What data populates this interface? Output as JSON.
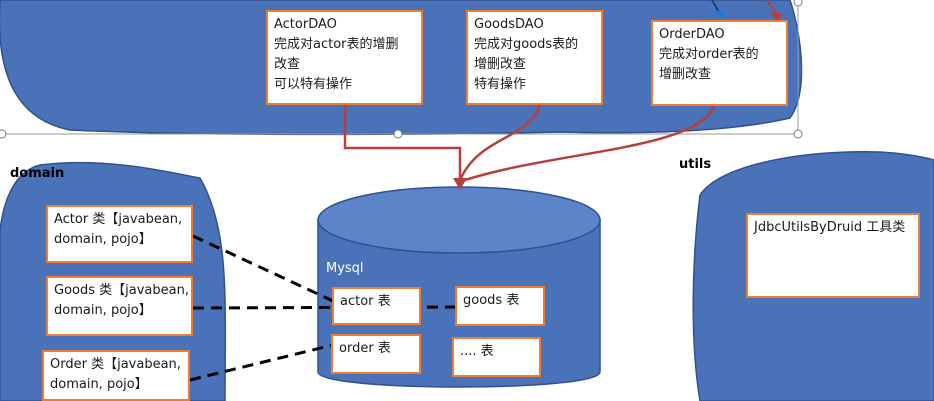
{
  "dao_boxes": [
    {
      "id": "actor-dao",
      "lines": [
        "ActorDAO",
        "完成对actor表的增删",
        "改查",
        "可以特有操作"
      ]
    },
    {
      "id": "goods-dao",
      "lines": [
        "GoodsDAO",
        "完成对goods表的",
        "增删改查",
        "特有操作"
      ]
    },
    {
      "id": "order-dao",
      "lines": [
        "OrderDAO",
        "完成对order表的",
        "增删改查"
      ]
    }
  ],
  "domain": {
    "label": "domain",
    "classes": [
      {
        "id": "actor-class",
        "lines": [
          "Actor 类【javabean,",
          "domain, pojo】"
        ]
      },
      {
        "id": "goods-class",
        "lines": [
          "Goods 类【javabean,",
          "domain, pojo】"
        ]
      },
      {
        "id": "order-class",
        "lines": [
          "Order 类【javabean,",
          "domain, pojo】"
        ]
      }
    ]
  },
  "database": {
    "label": "Mysql",
    "tables": [
      "actor 表",
      "goods 表",
      "order 表",
      ".... 表"
    ]
  },
  "utils": {
    "label": "utils",
    "class_name": "JdbcUtilsByDruid 工具类"
  },
  "colors": {
    "shape_fill": "#4a72b8",
    "shape_stroke": "#2f528f",
    "box_border": "#ed7d31",
    "arrow": "#b5403a",
    "cursor_dot": "#22b14c"
  }
}
